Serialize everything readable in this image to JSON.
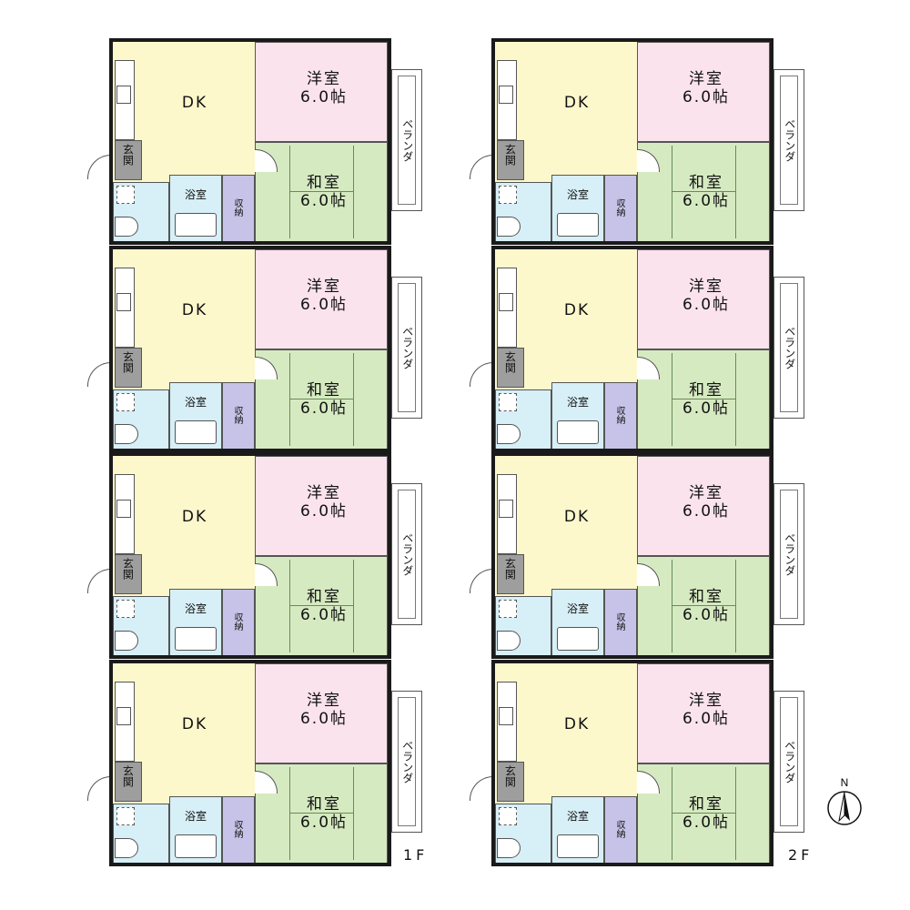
{
  "labels": {
    "dk": "DK",
    "western_room": "洋室",
    "japanese_room": "和室",
    "size": "6.0帖",
    "balcony": "ベランダ",
    "entrance": "玄関",
    "bath": "浴室",
    "storage": "収納"
  },
  "floors": [
    {
      "name": "1F"
    },
    {
      "name": "2F"
    }
  ],
  "compass_letter": "N",
  "colors": {
    "dk": "#fdf8cc",
    "western_room": "#fbe3ee",
    "japanese_room": "#d6eac1",
    "storage": "#c7c3e8",
    "bath": "#d7eff6",
    "entrance": "#9e9e9e"
  }
}
